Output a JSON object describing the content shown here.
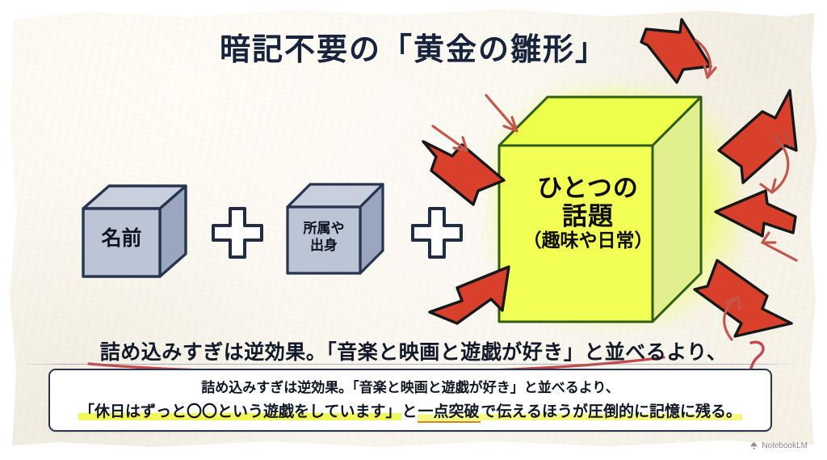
{
  "title": "暗記不要の「黄金の雛形」",
  "cubes": [
    {
      "id": "name",
      "label_lines": [
        "名前"
      ],
      "fill": "#b9c2d4",
      "stroke": "#283551"
    },
    {
      "id": "origin",
      "label_lines": [
        "所属や",
        "出身"
      ],
      "fill": "#b9c2d4",
      "stroke": "#283551"
    }
  ],
  "operators": [
    {
      "id": "plus-1",
      "symbol": "+"
    },
    {
      "id": "plus-2",
      "symbol": "+"
    }
  ],
  "highlight_cube": {
    "lines": [
      "ひとつの",
      "話題",
      "（趣味や日常）"
    ],
    "fill": "#f2ff4d",
    "stroke": "#2f5d12",
    "glow": "#e8ff1e"
  },
  "caption": {
    "bold_line": "詰め込みすぎは逆効果。「音楽と映画と遊戯が好き」と並べるより、",
    "underline_color": "#c2484f"
  },
  "box": {
    "line1": "詰め込みすぎは逆効果。「音楽と映画と遊戯が好き」と並べるより、",
    "line2_a": "「休日はずっと〇〇という遊戯をしています」",
    "line2_b": "と",
    "line2_c": "一点突破",
    "line2_d": "で伝えるほうが圧倒的に記憶に残る。",
    "border_color": "#2a3550",
    "highlight_color": "#f0f63c"
  },
  "watermark": {
    "text": "NotebookLM"
  },
  "arrows": {
    "color": "#d8402c",
    "outline": "#16181a",
    "thin_color": "#c4564b",
    "count_thick": 6,
    "count_thin": 5
  },
  "background": {
    "paper_color": "#faf7ee",
    "page_color": "#ffffff"
  }
}
